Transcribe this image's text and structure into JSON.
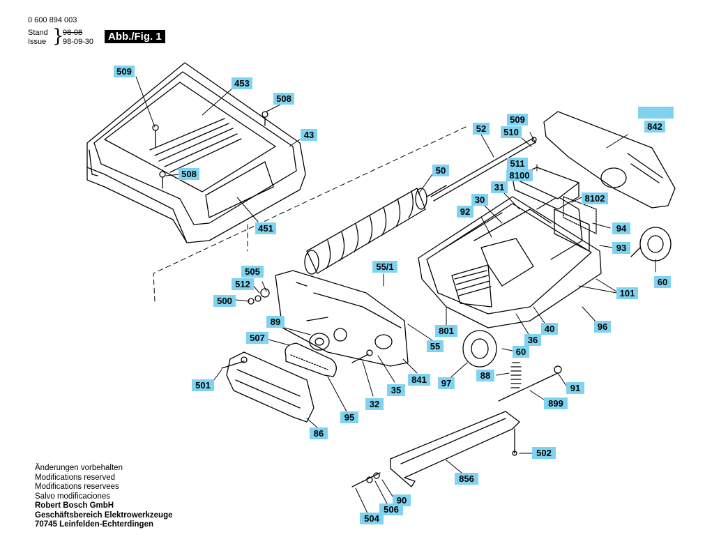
{
  "header": {
    "part_number": "0 600 894 003",
    "stand_label": "Stand",
    "issue_label": "Issue",
    "old_date": "98-08",
    "date": "98-09-30",
    "figure_tag": "Abb./Fig. 1"
  },
  "callouts": [
    {
      "id": "509a",
      "label": "509"
    },
    {
      "id": "453",
      "label": "453"
    },
    {
      "id": "508a",
      "label": "508"
    },
    {
      "id": "43",
      "label": "43"
    },
    {
      "id": "508b",
      "label": "508"
    },
    {
      "id": "451",
      "label": "451"
    },
    {
      "id": "50",
      "label": "50"
    },
    {
      "id": "52",
      "label": "52"
    },
    {
      "id": "509b",
      "label": "509"
    },
    {
      "id": "510",
      "label": "510"
    },
    {
      "id": "511",
      "label": "511"
    },
    {
      "id": "8100",
      "label": "8100"
    },
    {
      "id": "31",
      "label": "31"
    },
    {
      "id": "30",
      "label": "30"
    },
    {
      "id": "92",
      "label": "92"
    },
    {
      "id": "8102",
      "label": "8102"
    },
    {
      "id": "842",
      "label": "842"
    },
    {
      "id": "94",
      "label": "94"
    },
    {
      "id": "93",
      "label": "93"
    },
    {
      "id": "60a",
      "label": "60"
    },
    {
      "id": "101",
      "label": "101"
    },
    {
      "id": "55_1",
      "label": "55/1"
    },
    {
      "id": "505",
      "label": "505"
    },
    {
      "id": "512",
      "label": "512"
    },
    {
      "id": "500",
      "label": "500"
    },
    {
      "id": "89",
      "label": "89"
    },
    {
      "id": "507",
      "label": "507"
    },
    {
      "id": "801",
      "label": "801"
    },
    {
      "id": "55",
      "label": "55"
    },
    {
      "id": "40",
      "label": "40"
    },
    {
      "id": "36",
      "label": "36"
    },
    {
      "id": "96",
      "label": "96"
    },
    {
      "id": "60b",
      "label": "60"
    },
    {
      "id": "97",
      "label": "97"
    },
    {
      "id": "88",
      "label": "88"
    },
    {
      "id": "91",
      "label": "91"
    },
    {
      "id": "899",
      "label": "899"
    },
    {
      "id": "501",
      "label": "501"
    },
    {
      "id": "32",
      "label": "32"
    },
    {
      "id": "35",
      "label": "35"
    },
    {
      "id": "841",
      "label": "841"
    },
    {
      "id": "95",
      "label": "95"
    },
    {
      "id": "86",
      "label": "86"
    },
    {
      "id": "502",
      "label": "502"
    },
    {
      "id": "856",
      "label": "856"
    },
    {
      "id": "90",
      "label": "90"
    },
    {
      "id": "506",
      "label": "506"
    },
    {
      "id": "504",
      "label": "504"
    }
  ],
  "blank_callout": "",
  "footer": {
    "lines": [
      "Änderungen vorbehalten",
      "Modifications reserved",
      "Modifications reservees",
      "Salvo modificaciones"
    ],
    "company": [
      "Robert Bosch GmbH",
      "Geschäftsbereich Elektrowerkzeuge",
      "70745 Leinfelden-Echterdingen"
    ]
  },
  "colors": {
    "callout_bg": "#7fd3f0",
    "line": "#000000"
  }
}
